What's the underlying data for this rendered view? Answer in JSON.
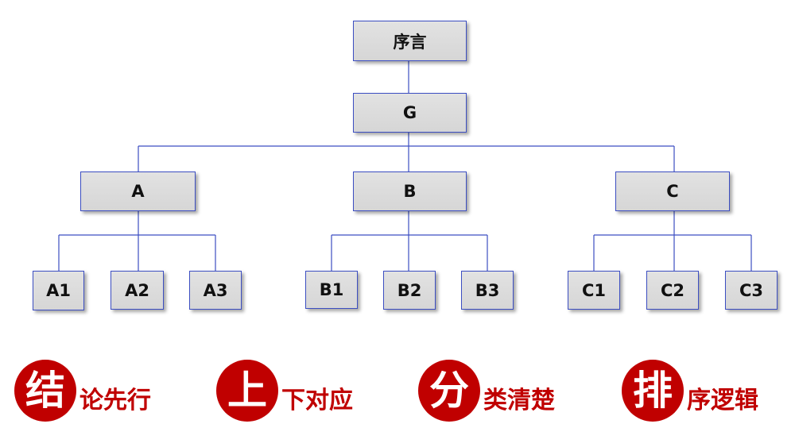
{
  "tree": {
    "root": "序言",
    "governing": "G",
    "branches": [
      {
        "label": "A",
        "children": [
          "A1",
          "A2",
          "A3"
        ]
      },
      {
        "label": "B",
        "children": [
          "B1",
          "B2",
          "B3"
        ]
      },
      {
        "label": "C",
        "children": [
          "C1",
          "C2",
          "C3"
        ]
      }
    ]
  },
  "principles": [
    {
      "char": "结",
      "text": "论先行"
    },
    {
      "char": "上",
      "text": "下对应"
    },
    {
      "char": "分",
      "text": "类清楚"
    },
    {
      "char": "排",
      "text": "序逻辑"
    }
  ],
  "colors": {
    "connector": "#3c4ec2",
    "node_fill": "#d9d9d9",
    "accent_red": "#c00000"
  }
}
